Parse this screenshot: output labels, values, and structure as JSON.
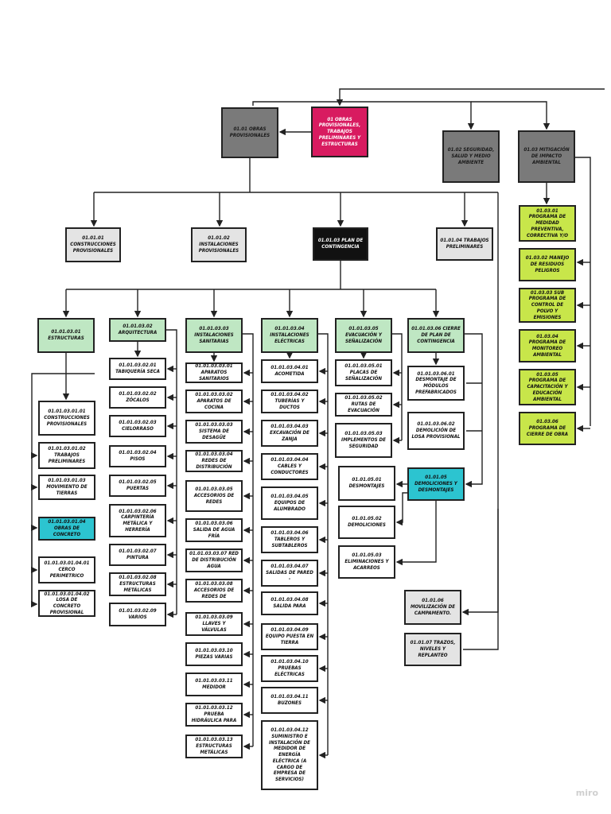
{
  "watermark": "miro",
  "nodes": {
    "n01": "01 Obras provisionales, trabajos preliminares y estructuras",
    "n0101": "01.01 Obras provisionales",
    "n0102": "01.02 Seguridad, salud y medio ambiente",
    "n0103": "01.03 Mitigación de impacto ambiental",
    "n010101": "01.01.01 Construcciones provisionales",
    "n010102": "01.01.02 Instalaciones provisionales",
    "n010103": "01.01.03 Plan de contingencia",
    "n010104": "01.01.04 Trabajos preliminares",
    "n01030": "01.03.01 Programa de medidad preventiva, correctiva y/o",
    "n01032": "01.03.02 Manejo de residuos peligros",
    "n01033": "01.03.03 Sub programa de control de polvo y emisiones",
    "n01034": "01.03.04 Programa de monitoreo ambiental",
    "n01035": "01.03.05 Programa de capacitación y educación ambiental",
    "n01036": "01.03.06 Programa de cierre de obra",
    "c1": "01.01.03.01 Estructuras",
    "c2": "01.01.03.02 Arquitectura",
    "c3": "01.01.03.03 Instalaciones sanitarias",
    "c4": "01.01.03.04 Instalaciones eléctricas",
    "c5": "01.01.03.05 Evacuación y señalización",
    "c6": "01.01.03.06 Cierre de plan de contingencia",
    "c1a": "01.01.03.01.01 Construcciones provisionales",
    "c1b": "01.01.03.01.02 Trabajos preliminares",
    "c1c": "01.01.03.01.03 Movimiento de tierras",
    "c1d": "01.01.03.01.04 Obras de concreto",
    "c1d1": "01.01.03.01.04.01 Cerco perimetrico",
    "c1d2": "01.01.03.01.04.02 Losa de concreto provisional",
    "c2a": "01.01.03.02.01 Tabiquería seca",
    "c2b": "01.01.03.02.02 Zócalos",
    "c2c": "01.01.03.02.03 Cielorraso",
    "c2d": "01.01.03.02.04 Pisos",
    "c2e": "01.01.03.02.05 Puertas",
    "c2f": "01.01.03.02.06 Carpintería metálica y herrería",
    "c2g": "01.01.03.02.07 Pintura",
    "c2h": "01.01.03.02.08 Estructuras metálicas",
    "c2i": "01.01.03.02.09 Varios",
    "c3a": "01.01.03.03.01 Aparatos sanitarios",
    "c3b": "01.01.03.03.02 Aparatos de cocina",
    "c3c": "01.01.03.03.03 Sistema de desagüe",
    "c3d": "01.01.03.03.04 Redes de distribución",
    "c3e": "01.01.03.03.05 Accesorios de redes",
    "c3f": "01.01.03.03.06 Salida de agua fría",
    "c3g": "01.01.03.03.07 Red de distribución agua",
    "c3h": "01.01.03.03.08 Accesorios de redes de",
    "c3i": "01.01.03.03.09 Llaves y válvulas",
    "c3j": "01.01.03.03.10 Piezas varias",
    "c3k": "01.01.03.03.11 Medidor",
    "c3l": "01.01.03.03.12 Prueba hidráulica para",
    "c3m": "01.01.03.03.13 Estructuras metálicas",
    "c4a": "01.01.03.04.01 Acometida",
    "c4b": "01.01.03.04.02 Tuberías y ductos",
    "c4c": "01.01.03.04.03 Excavación de zanja",
    "c4d": "01.01.03.04.04 Cables y conductores",
    "c4e": "01.01.03.04.05 Equipos de alumbrado",
    "c4f": "01.01.03.04.06 Tableros y subtableros",
    "c4g": "01.01.03.04.07 Salidas de pared -",
    "c4h": "01.01.03.04.08 Salida para",
    "c4i": "01.01.03.04.09 Equipo puesta en tierra",
    "c4j": "01.01.03.04.10 Pruebas eléctricas",
    "c4k": "01.01.03.04.11 Buzones",
    "c4l": "01.01.03.04.12 Suministro e instalación de medidor de energía eléctrica (a cargo de empresa de servicios)",
    "c5a": "01.01.03.05.01 Placas de señalización",
    "c5b": "01.01.03.05.02 Rutas de evacuación",
    "c5c": "01.01.03.05.03 Implementos de seguridad",
    "c6a": "01.01.03.06.01 Desmontaje de módulos prefabricados",
    "c6b": "01.01.03.06.02 Demolición de losa provisional",
    "n010105": "01.01.05 Demoliciones y desmontajes",
    "d1": "01.01.05.01 Desmontajes",
    "d2": "01.01.05.02 Demoliciones",
    "d3": "01.01.05.03 Eliminaciones y acarreos",
    "n010106": "01.01.06 Movilización de campamento.",
    "n010107": "01.01.07 Trazos, niveles y replanteo"
  }
}
